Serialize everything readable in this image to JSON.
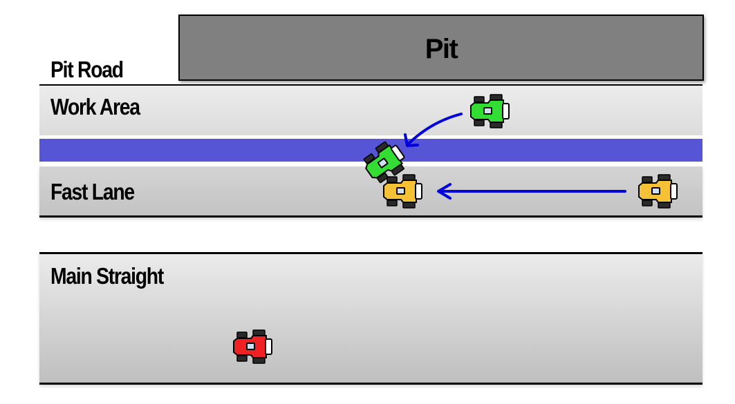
{
  "diagram": {
    "type": "pit-lane-merge-diagram",
    "pit": {
      "label": "Pit",
      "fill": "#808080"
    },
    "zones": [
      {
        "id": "pit-road",
        "label": "Pit Road"
      },
      {
        "id": "work-area",
        "label": "Work Area"
      },
      {
        "id": "blend-lane",
        "label": "",
        "fill": "#5555d5"
      },
      {
        "id": "fast-lane",
        "label": "Fast Lane"
      },
      {
        "id": "main-straight",
        "label": "Main Straight"
      }
    ],
    "cars": [
      {
        "id": "green-car-work-area",
        "color": "#33dd33",
        "zone": "work-area",
        "heading": "right"
      },
      {
        "id": "green-car-merging",
        "color": "#33dd33",
        "zone": "blend-lane",
        "heading": "up-right",
        "rotation_deg": -35
      },
      {
        "id": "yellow-car-fast-lane-left",
        "color": "#f5c237",
        "zone": "fast-lane",
        "heading": "right"
      },
      {
        "id": "yellow-car-fast-lane-right",
        "color": "#f5c237",
        "zone": "fast-lane",
        "heading": "right"
      },
      {
        "id": "red-car-main-straight",
        "color": "#ee2222",
        "zone": "main-straight",
        "heading": "right"
      }
    ],
    "arrows": [
      {
        "id": "merge-arrow",
        "from": "green-car-work-area",
        "to": "blend-lane",
        "color": "#0000dd",
        "shape": "curved"
      },
      {
        "id": "fast-lane-arrow",
        "from": "yellow-car-fast-lane-right",
        "to": "yellow-car-fast-lane-left",
        "color": "#0000dd",
        "shape": "straight"
      }
    ]
  }
}
